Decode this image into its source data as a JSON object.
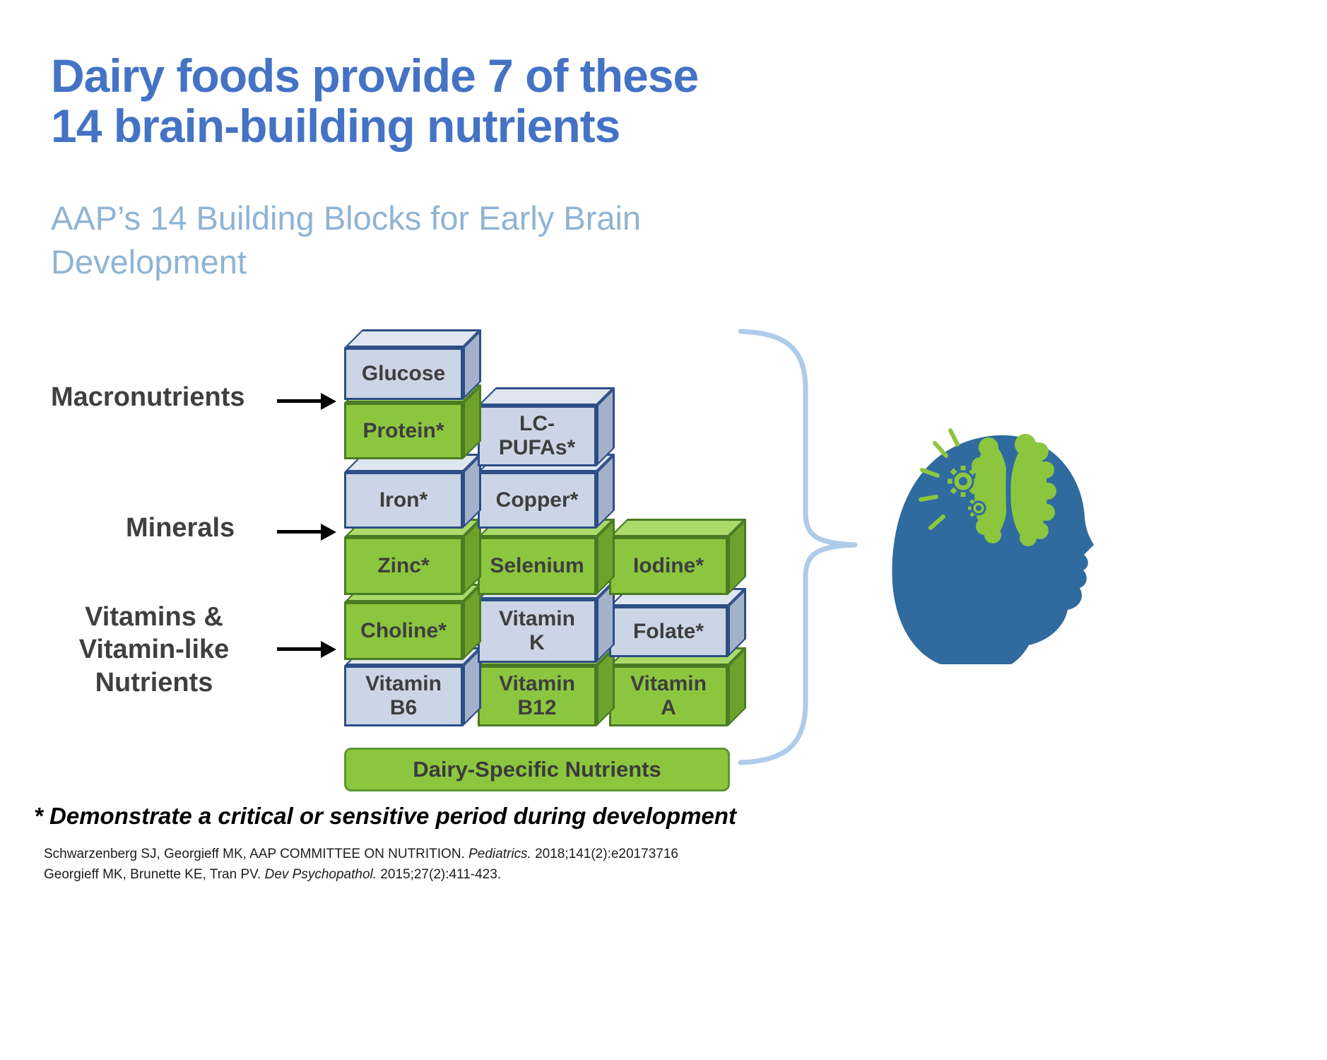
{
  "title": "Dairy foods provide 7 of these\n14 brain-building nutrients",
  "subtitle": "AAP’s 14 Building Blocks for Early Brain\nDevelopment",
  "categories": [
    {
      "label": "Macronutrients"
    },
    {
      "label": "Minerals"
    },
    {
      "label": "Vitamins &\nVitamin-like\nNutrients"
    }
  ],
  "blocks": [
    {
      "label": "Glucose",
      "color": "gray"
    },
    {
      "label": "Protein*",
      "color": "green"
    },
    {
      "label": "LC-\nPUFAs*",
      "color": "gray"
    },
    {
      "label": "Iron*",
      "color": "gray"
    },
    {
      "label": "Copper*",
      "color": "gray"
    },
    {
      "label": "Zinc*",
      "color": "green"
    },
    {
      "label": "Selenium",
      "color": "green"
    },
    {
      "label": "Iodine*",
      "color": "green"
    },
    {
      "label": "Choline*",
      "color": "green"
    },
    {
      "label": "Vitamin\nK",
      "color": "gray"
    },
    {
      "label": "Folate*",
      "color": "gray"
    },
    {
      "label": "Vitamin\nB6",
      "color": "gray"
    },
    {
      "label": "Vitamin\nB12",
      "color": "green"
    },
    {
      "label": "Vitamin\nA",
      "color": "green"
    }
  ],
  "banner": "Dairy-Specific Nutrients",
  "footnote": "* Demonstrate a critical or sensitive period during development",
  "citations": [
    {
      "pre": "Schwarzenberg SJ, Georgieff MK, AAP COMMITTEE ON NUTRITION. ",
      "italic": "Pediatrics.",
      "post": " 2018;141(2):e20173716"
    },
    {
      "pre": "Georgieff MK, Brunette KE, Tran PV. ",
      "italic": "Dev Psychopathol.",
      "post": " 2015;27(2):411-423."
    }
  ],
  "colors": {
    "title_blue": "#4473C5",
    "subtitle_blue": "#8FB4D4",
    "block_green": "#8CC63E",
    "block_gray": "#CBD5E5",
    "head_blue": "#2F6B9F",
    "bracket_blue": "#AECBEA",
    "arrow_black": "#000000"
  },
  "legend": {
    "green_means": "Dairy-Specific Nutrients"
  }
}
